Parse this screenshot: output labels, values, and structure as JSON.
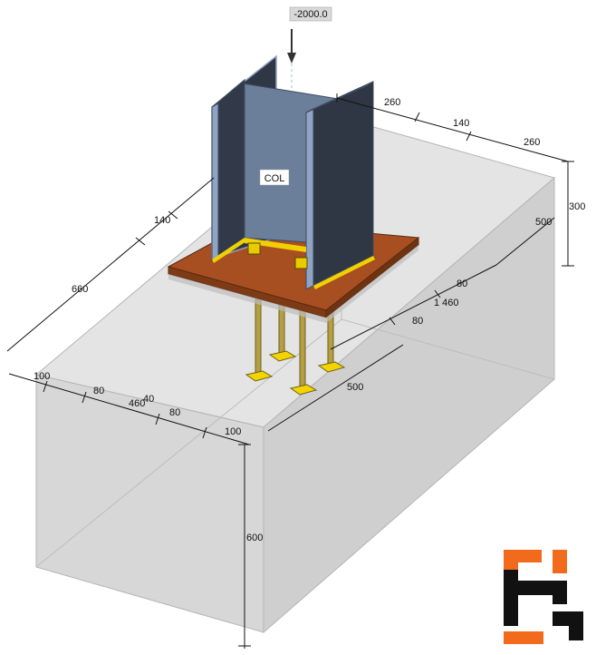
{
  "load": {
    "value": "-2000.0"
  },
  "column": {
    "label": "COL"
  },
  "dimensions": {
    "col_top_260": "260",
    "col_top_140": "140",
    "base_right_260": "260",
    "block_height_300": "300",
    "block_depth_500": "500",
    "left_140": "140",
    "left_660": "660",
    "right_80_a": "80",
    "right_1460": "1 460",
    "right_80_b": "80",
    "front_100_left": "100",
    "front_80_left": "80",
    "front_460": "460",
    "front_40": "40",
    "front_80_right": "80",
    "front_100_right": "100",
    "right_500": "500",
    "height_600": "600"
  },
  "colors": {
    "concrete_light": "#e2e2e2",
    "concrete_mid": "#d2d2d2",
    "concrete_dark": "#c6c6c6",
    "steel_web": "#6b7e9a",
    "steel_flange_dark": "#2f3644",
    "steel_flange_edge": "#8fa3c3",
    "base_plate": "#a14a1e",
    "base_plate_top": "#b5582a",
    "weld": "#f0d000",
    "anchor": "#b8a04a",
    "logo_orange": "#f26a1b",
    "logo_black": "#111111"
  },
  "icons": {
    "load_arrow": "down-arrow-icon",
    "logo": "brand-logo-icon"
  }
}
